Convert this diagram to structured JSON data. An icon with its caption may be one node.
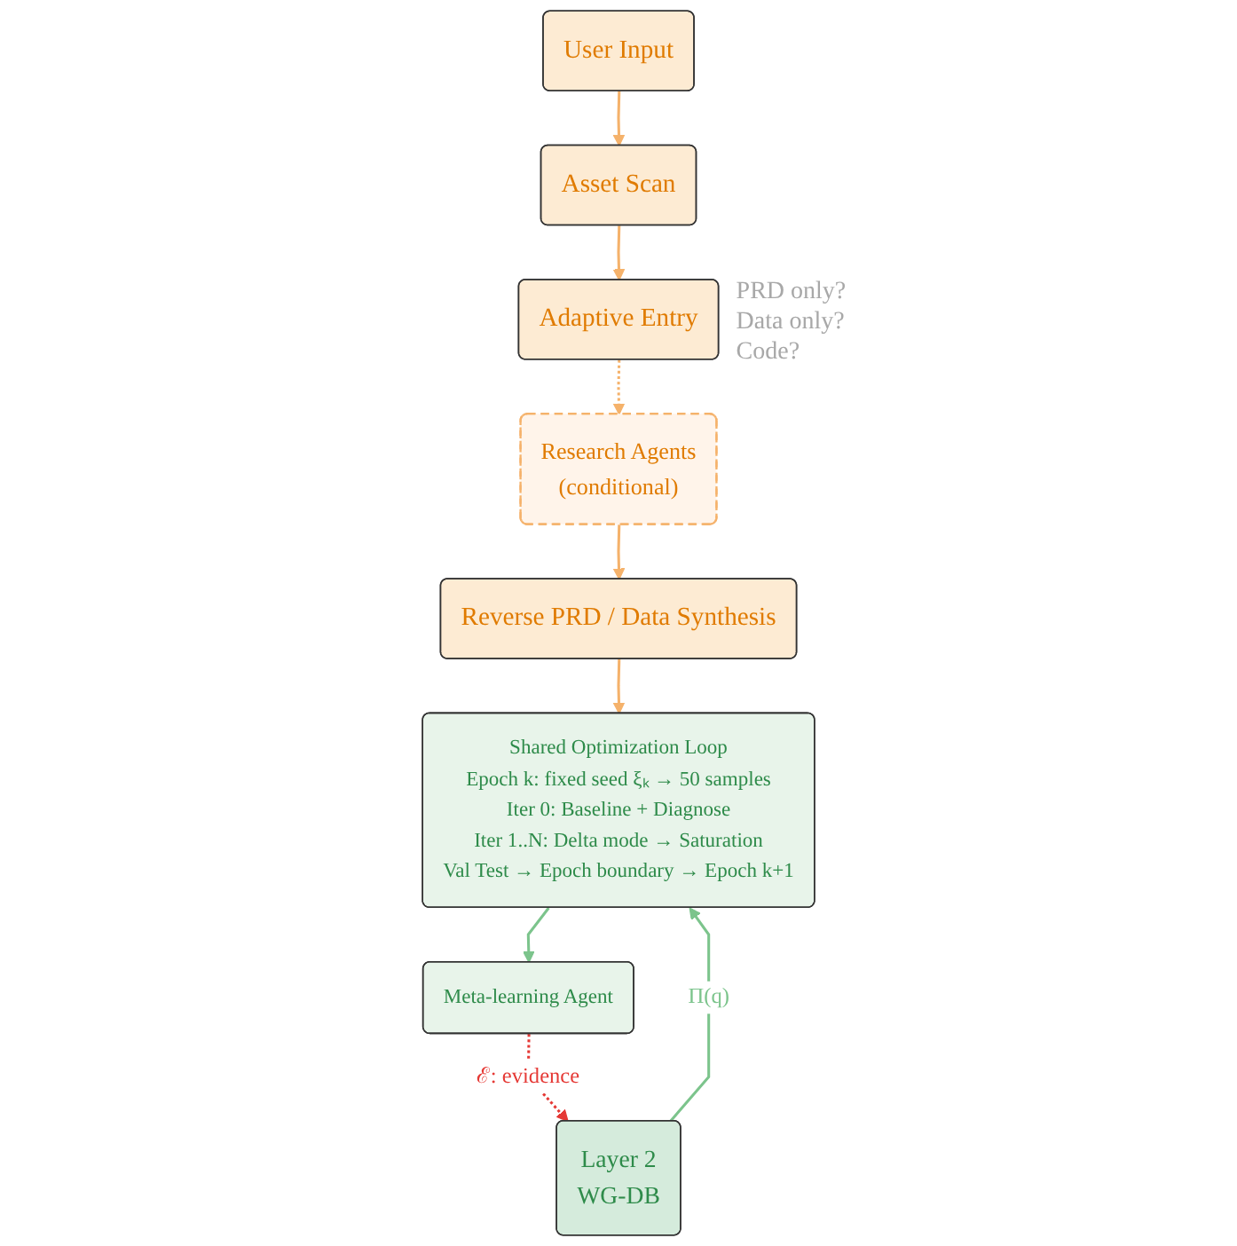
{
  "diagram": {
    "nodes": [
      {
        "text": [
          "User Input"
        ]
      },
      {
        "text": [
          "Asset Scan"
        ]
      },
      {
        "text": [
          "Adaptive Entry"
        ],
        "beside": [
          "PRD only? Data only? Code?"
        ]
      },
      {
        "text": [
          "Research Agents",
          "(conditional)"
        ]
      },
      {
        "text": [
          "Reverse PRD / Data Synthesis"
        ]
      },
      {
        "text": [
          "Layer 2",
          "WG-DB"
        ]
      },
      {
        "text": [
          "Shared Optimization Loop",
          "Epoch k: fixed seed ξₖ → 50 samples",
          "Iter 0: Baseline + Diagnose",
          "Iter 1..N: Delta mode → Saturation",
          "Val Test → Epoch boundary → Epoch k+1"
        ]
      },
      {
        "text": [
          "Meta-learning Agent"
        ]
      }
    ],
    "edges": [
      {
        "from": 0,
        "to": 1,
        "arrow": "to"
      },
      {
        "from": 1,
        "to": 2,
        "arrow": "to"
      },
      {
        "from": 2,
        "to": 3,
        "arrow": "to",
        "style": "dashed"
      },
      {
        "from": 3,
        "to": 4,
        "arrow": "to"
      },
      {
        "from": 4,
        "to": 6,
        "arrow": "to"
      },
      {
        "from": 5,
        "to": 6,
        "arrow": "to",
        "label": "Π(q)",
        "color": "#7cc48c"
      },
      {
        "from": 6,
        "to": 7,
        "arrow": "to",
        "color": "#7cc48c"
      },
      {
        "from": 7,
        "to": 5,
        "arrow": "to",
        "style": "dashed",
        "color": "#e53935",
        "label": "ℰ: evidence"
      }
    ]
  }
}
